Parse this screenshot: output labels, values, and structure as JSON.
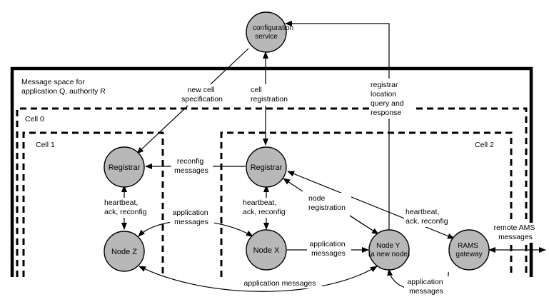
{
  "message_space": {
    "label_lines": [
      "Message space for",
      "application Q, authority R"
    ]
  },
  "cells": {
    "cell0": "Cell 0",
    "cell1": "Cell 1",
    "cell2": "Cell 2"
  },
  "nodes": {
    "config": [
      "configuration",
      "service"
    ],
    "registrar_left": [
      "Registrar"
    ],
    "registrar_center": [
      "Registrar"
    ],
    "node_z": [
      "Node Z"
    ],
    "node_x": [
      "Node X"
    ],
    "node_y": [
      "Node Y",
      "(a new node)"
    ],
    "rams": [
      "RAMS",
      "gateway"
    ]
  },
  "edge_labels": {
    "new_cell_spec": [
      "new cell",
      "specification"
    ],
    "cell_registration": [
      "cell",
      "registration"
    ],
    "registrar_location": [
      "registrar",
      "location",
      "query and",
      "response"
    ],
    "reconfig_messages": [
      "reconfig",
      "messages"
    ],
    "heartbeat_left": [
      "heartbeat,",
      "ack, reconfig"
    ],
    "heartbeat_center": [
      "heartbeat,",
      "ack, reconfig"
    ],
    "heartbeat_right": [
      "heartbeat,",
      "ack, reconfig"
    ],
    "app_messages_zx": [
      "application",
      "messages"
    ],
    "node_registration": [
      "node",
      "registration"
    ],
    "app_messages_xy": [
      "application",
      "messages"
    ],
    "app_messages_bottom": [
      "application messages"
    ],
    "app_messages_y_loop": [
      "application",
      "messages"
    ],
    "remote_ams": [
      "remote AMS",
      "messages"
    ]
  }
}
